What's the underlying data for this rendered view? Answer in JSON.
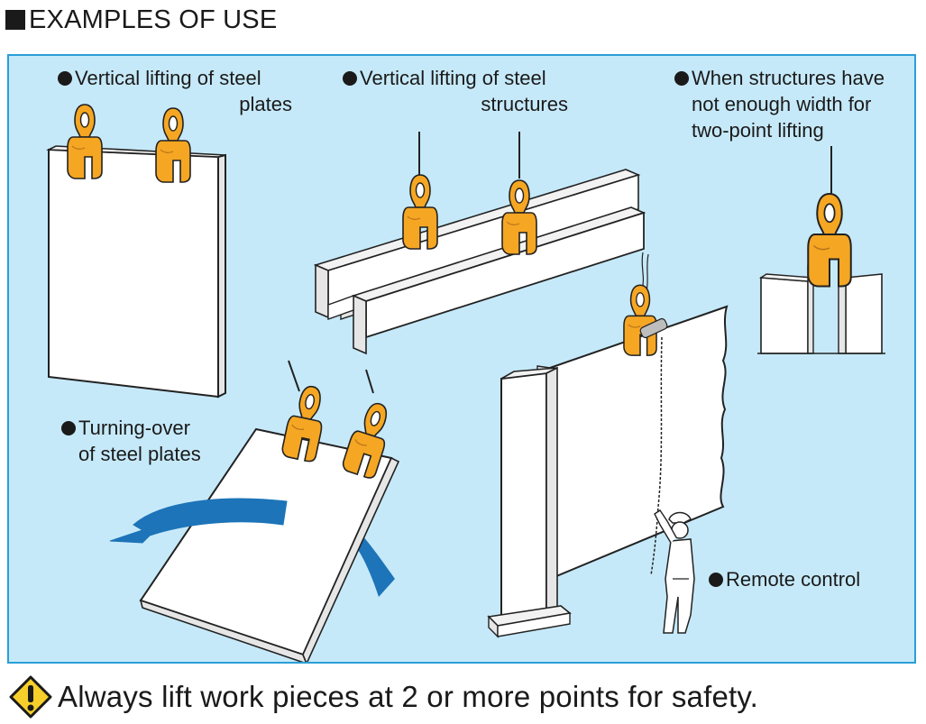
{
  "header": {
    "title": "EXAMPLES OF USE",
    "icon": "black-square-icon"
  },
  "examples": [
    {
      "lines": [
        "Vertical lifting of steel",
        "plates"
      ]
    },
    {
      "lines": [
        "Vertical lifting of steel",
        "structures"
      ]
    },
    {
      "lines": [
        "When structures have",
        "not enough width for",
        "two-point lifting"
      ]
    },
    {
      "lines": [
        "Turning-over",
        "of steel plates"
      ]
    },
    {
      "lines": [
        "Remote control"
      ]
    }
  ],
  "safety": {
    "text": "Always lift work pieces at 2 or more points for safety.",
    "icon": "warning-diamond-icon"
  },
  "colors": {
    "panel_background": "#c6e9f9",
    "panel_border": "#2b9ed6",
    "clamp_orange": "#f5a623",
    "arrow_blue": "#1d74b8",
    "warning_yellow": "#f7cf2b"
  }
}
